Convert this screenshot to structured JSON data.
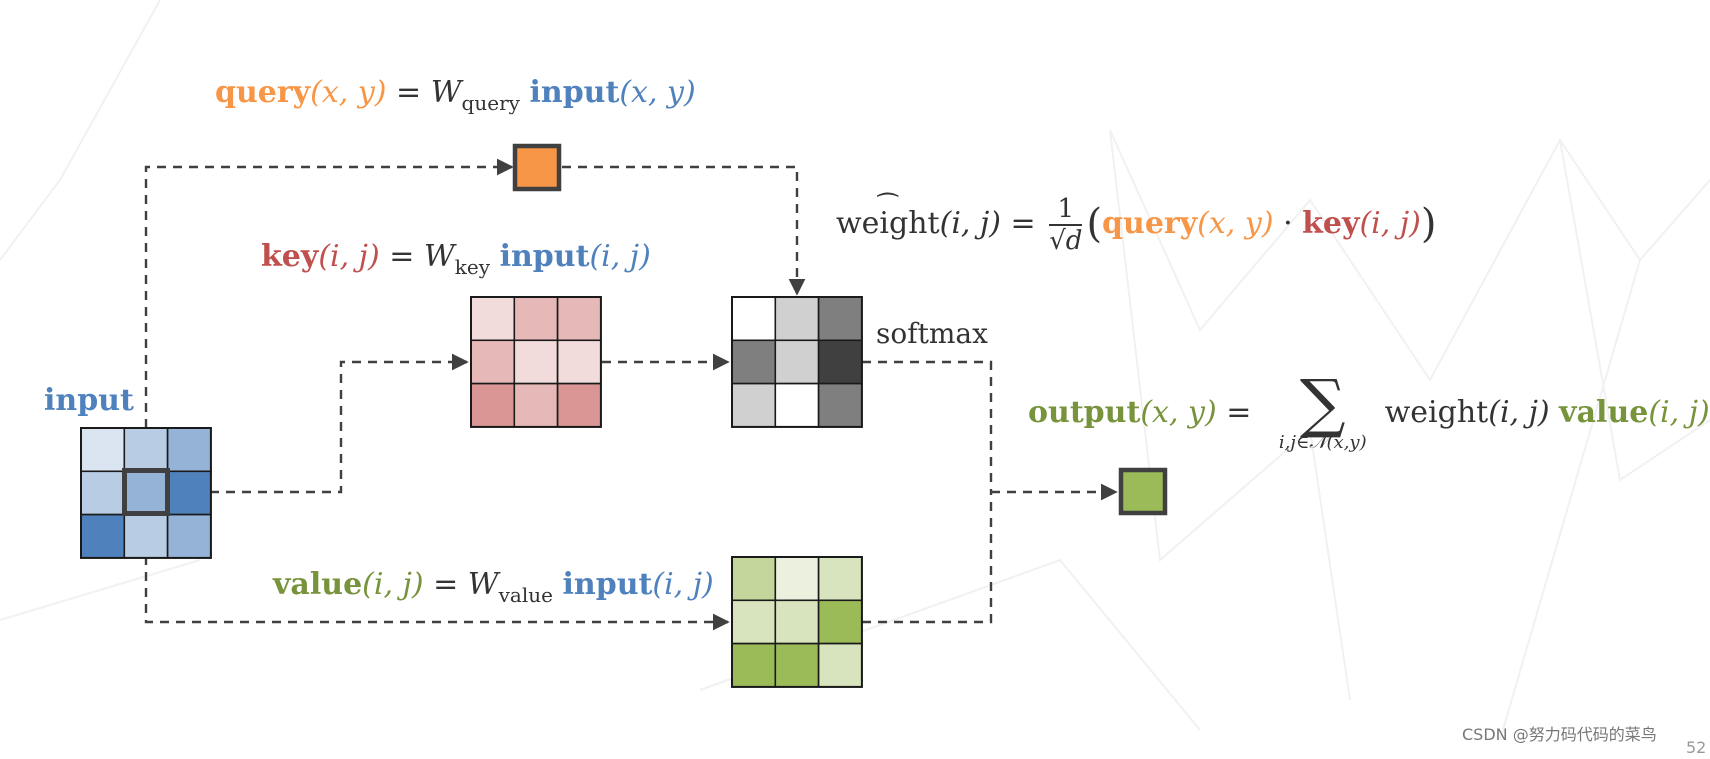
{
  "colors": {
    "query": "#f79646",
    "input": "#4f81bd",
    "key": "#c0504d",
    "value": "#77933c",
    "text": "#333333",
    "arrow": "#404040",
    "outline": "#404040"
  },
  "equations": {
    "query": {
      "name": "query",
      "args": "(x, y)",
      "eq": " = ",
      "w": "W",
      "wsub": "query",
      "rhs_name": "input",
      "rhs_args": "(x, y)"
    },
    "key": {
      "name": "key",
      "args": "(i, j)",
      "eq": " = ",
      "w": "W",
      "wsub": "key",
      "rhs_name": "input",
      "rhs_args": "(i, j)"
    },
    "value": {
      "name": "value",
      "args": "(i, j)",
      "eq": " = ",
      "w": "W",
      "wsub": "value",
      "rhs_name": "input",
      "rhs_args": "(i, j)"
    },
    "weight": {
      "lhs_word": "weight",
      "lhs_args": "(i, j)",
      "eq": " = ",
      "num": "1",
      "den": "√d",
      "open": "(",
      "q_name": "query",
      "q_args": "(x, y)",
      "dot": " · ",
      "k_name": "key",
      "k_args": "(i, j)",
      "close": ")"
    },
    "output": {
      "name": "output",
      "args": "(x, y)",
      "eq": " = ",
      "sum_symbol": "∑",
      "sum_limit": "i,j∈𝒩(x,y)",
      "w_word": "weight",
      "w_args": "(i, j)",
      "v_name": "value",
      "v_args": "(i, j)"
    }
  },
  "labels": {
    "input": "input",
    "softmax": "softmax"
  },
  "grids": {
    "input": [
      "#dbe5f1",
      "#b8cce4",
      "#95b3d7",
      "#b8cce4",
      "#95b3d7",
      "#4f81bd",
      "#4f81bd",
      "#b8cce4",
      "#95b3d7"
    ],
    "key": [
      "#f2dcdb",
      "#e6b9b8",
      "#e6b9b8",
      "#e6b9b8",
      "#f2dcdb",
      "#f2dcdb",
      "#d99694",
      "#e6b9b8",
      "#d99694"
    ],
    "weight": [
      "#ffffff",
      "#d0d0d0",
      "#7f7f7f",
      "#7f7f7f",
      "#d0d0d0",
      "#404040",
      "#d0d0d0",
      "#ffffff",
      "#7f7f7f"
    ],
    "value": [
      "#c3d69b",
      "#ebf1de",
      "#d7e4bd",
      "#d7e4bd",
      "#d7e4bd",
      "#9bbb59",
      "#9bbb59",
      "#9bbb59",
      "#d7e4bd"
    ]
  },
  "singles": {
    "query_color": "#f79646",
    "output_color": "#9bbb59"
  },
  "footer": {
    "watermark": "CSDN @努力码代码的菜鸟",
    "page_number": "52"
  }
}
